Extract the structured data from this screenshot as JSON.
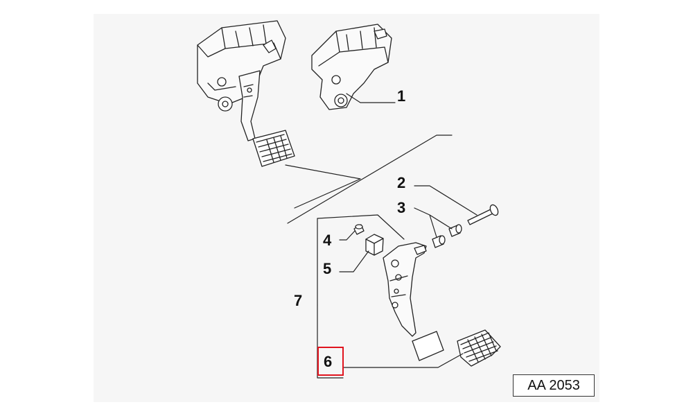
{
  "diagram": {
    "reference_code": "AA 2053",
    "highlight_color": "#e0141e",
    "callouts": [
      {
        "id": "1",
        "label": "1"
      },
      {
        "id": "2",
        "label": "2"
      },
      {
        "id": "3",
        "label": "3"
      },
      {
        "id": "4",
        "label": "4"
      },
      {
        "id": "5",
        "label": "5"
      },
      {
        "id": "6",
        "label": "6"
      },
      {
        "id": "7",
        "label": "7"
      }
    ],
    "highlighted_callout": "6"
  }
}
